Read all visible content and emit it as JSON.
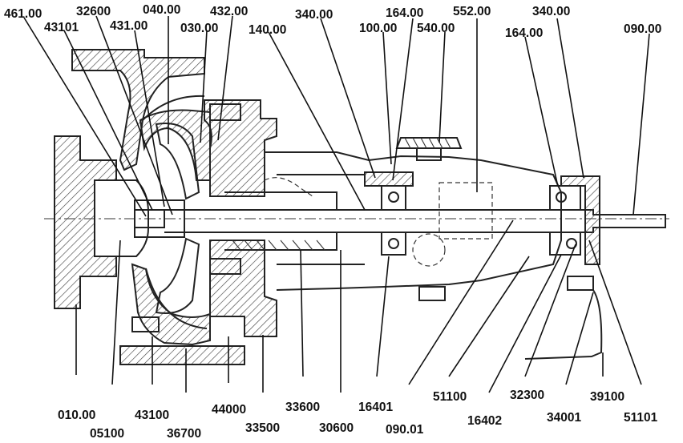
{
  "labels_top": [
    "461.00",
    "32600",
    "040.00",
    "432.00",
    "43101",
    "431.00",
    "030.00",
    "340.00",
    "140.00",
    "164.00",
    "552.00",
    "100.00",
    "540.00",
    "340.00",
    "164.00",
    "090.00"
  ],
  "labels_bottom": [
    "010.00",
    "05100",
    "43100",
    "36700",
    "44000",
    "33500",
    "33600",
    "30600",
    "16401",
    "090.01",
    "51100",
    "16402",
    "32300",
    "34001",
    "39100",
    "51101"
  ]
}
